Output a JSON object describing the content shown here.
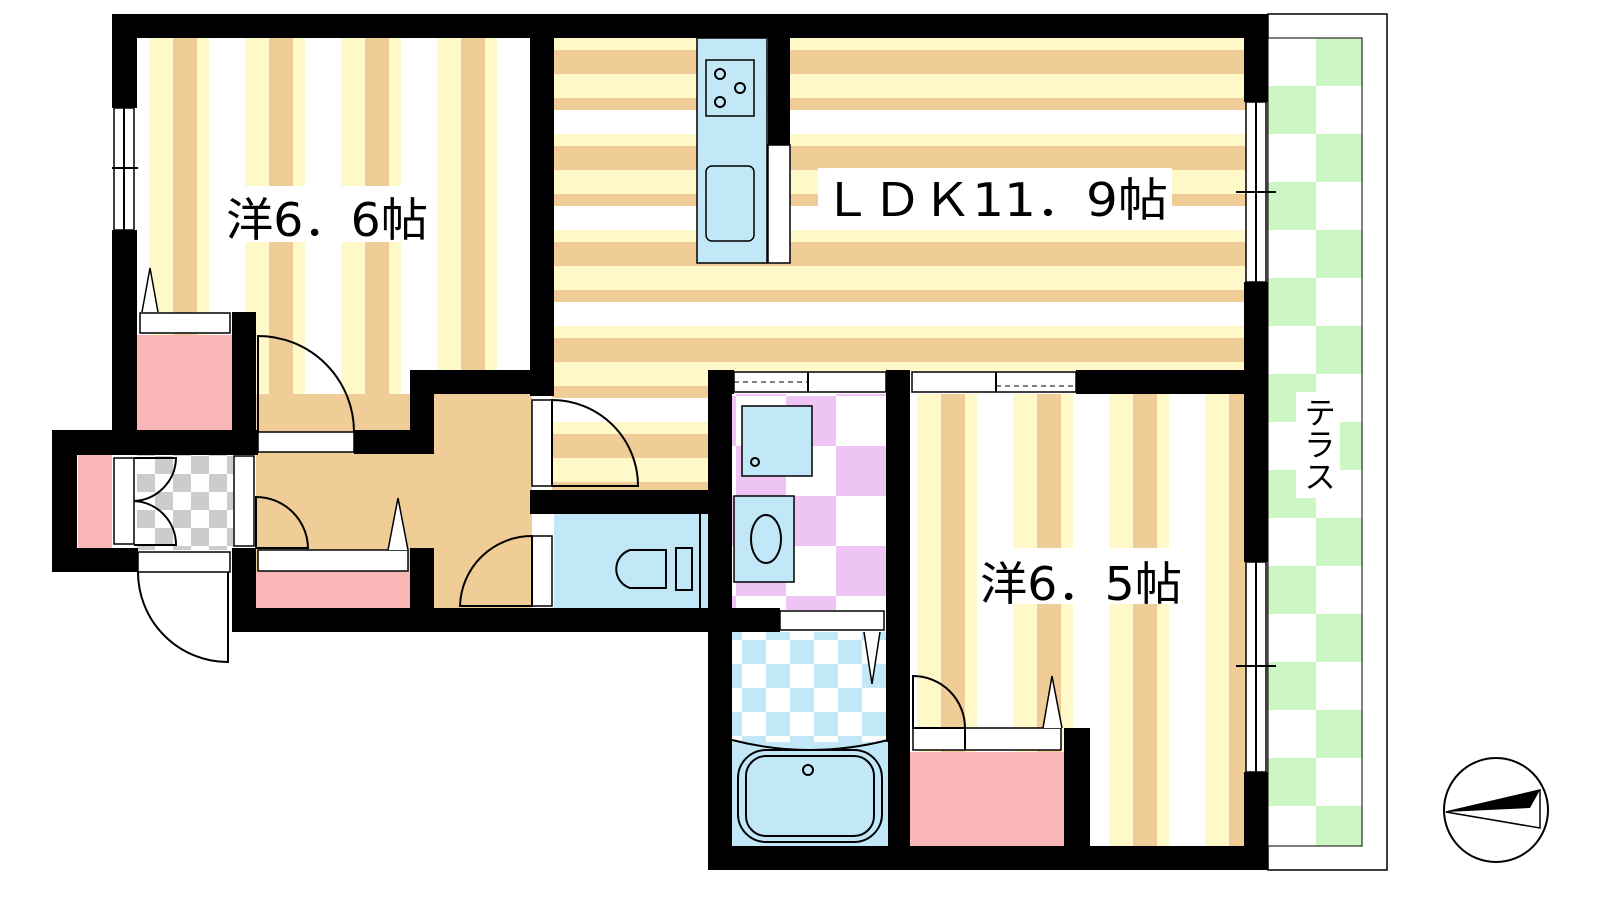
{
  "rooms": {
    "western_1": "洋6．6帖",
    "ldk": "ＬＤＫ11．9帖",
    "western_2": "洋6．5帖",
    "terrace": "テラス"
  },
  "colors": {
    "wall": "#000000",
    "floor_beige": "#f0cd96",
    "floor_yellow": "#fff8c8",
    "closet_pink": "#f8b6b6",
    "water_blue": "#c2e8f8",
    "washroom_pink": "#eec4f5",
    "terrace_green": "#ccf7c4",
    "entrance_gray": "#cccccc"
  },
  "compass": {
    "icon": "north-arrow-icon"
  }
}
